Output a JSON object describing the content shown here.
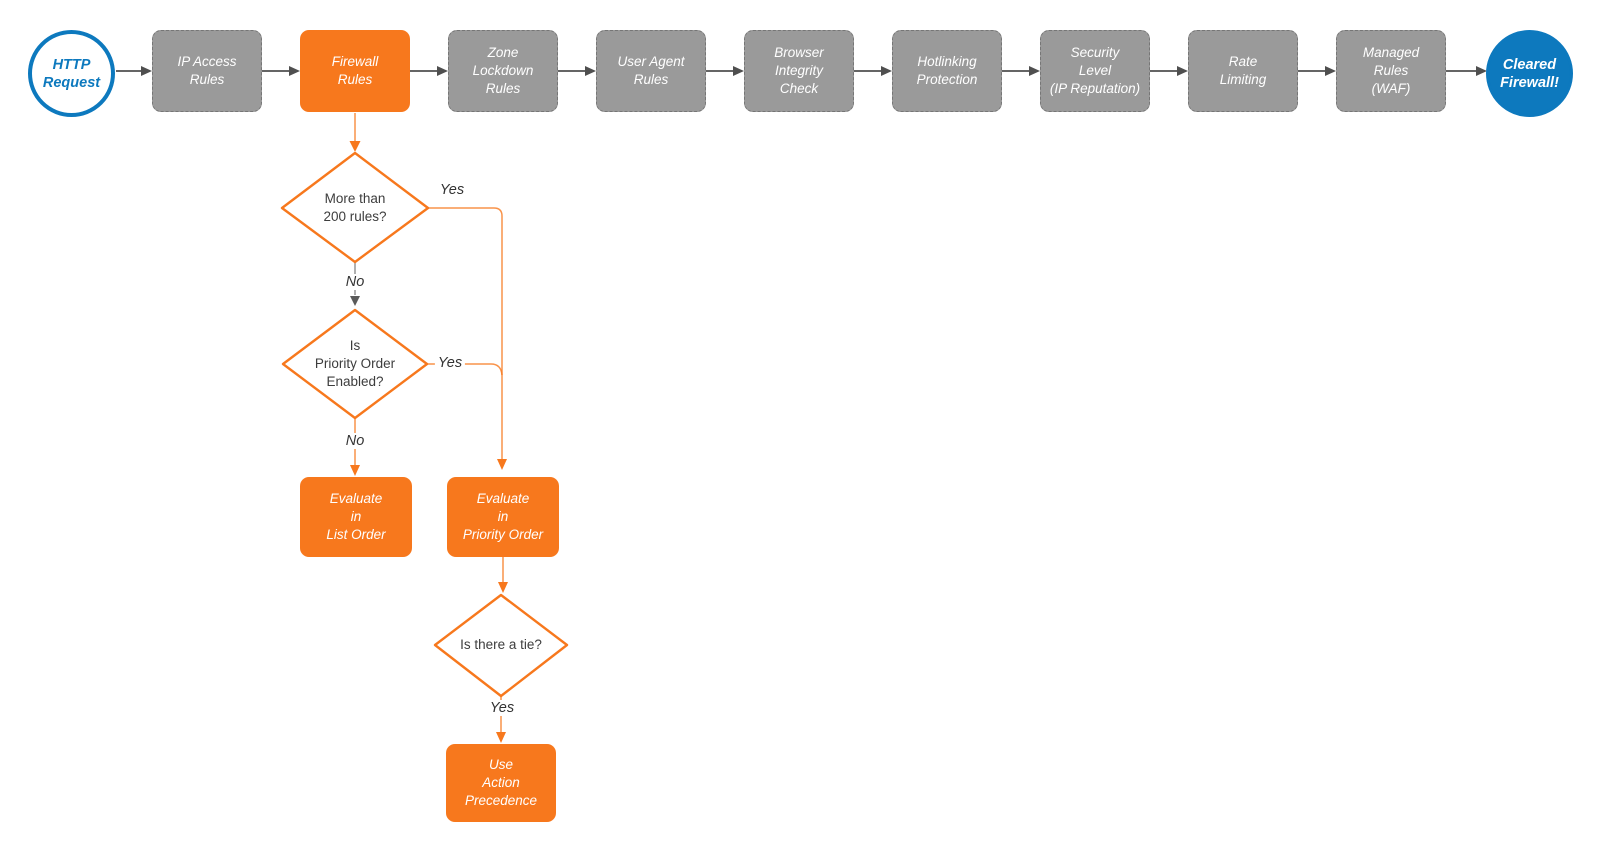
{
  "colors": {
    "orange": "#F7781D",
    "blue": "#0D79BE",
    "gray": "#9A9A9A",
    "arrow_gray": "#4F4F4F",
    "text_dark": "#3D3D3D"
  },
  "flow": {
    "start": {
      "label": "HTTP\nRequest"
    },
    "stages": [
      {
        "label": "IP Access\nRules",
        "highlight": false
      },
      {
        "label": "Firewall\nRules",
        "highlight": true
      },
      {
        "label": "Zone\nLockdown\nRules",
        "highlight": false
      },
      {
        "label": "User Agent\nRules",
        "highlight": false
      },
      {
        "label": "Browser\nIntegrity\nCheck",
        "highlight": false
      },
      {
        "label": "Hotlinking\nProtection",
        "highlight": false
      },
      {
        "label": "Security\nLevel\n(IP Reputation)",
        "highlight": false
      },
      {
        "label": "Rate\nLimiting",
        "highlight": false
      },
      {
        "label": "Managed\nRules\n(WAF)",
        "highlight": false
      }
    ],
    "end": {
      "label": "Cleared\nFirewall!"
    }
  },
  "decisions": {
    "rules_count": {
      "label": "More than\n200 rules?",
      "yes": "Yes",
      "no": "No"
    },
    "priority_enabled": {
      "label": "Is\nPriority Order\nEnabled?",
      "yes": "Yes",
      "no": "No"
    },
    "tie": {
      "label": "Is there a tie?",
      "yes": "Yes"
    }
  },
  "actions": {
    "list_order": {
      "label": "Evaluate\nin\nList Order"
    },
    "priority_order": {
      "label": "Evaluate\nin\nPriority Order"
    },
    "action_precedence": {
      "label": "Use\nAction\nPrecedence"
    }
  }
}
